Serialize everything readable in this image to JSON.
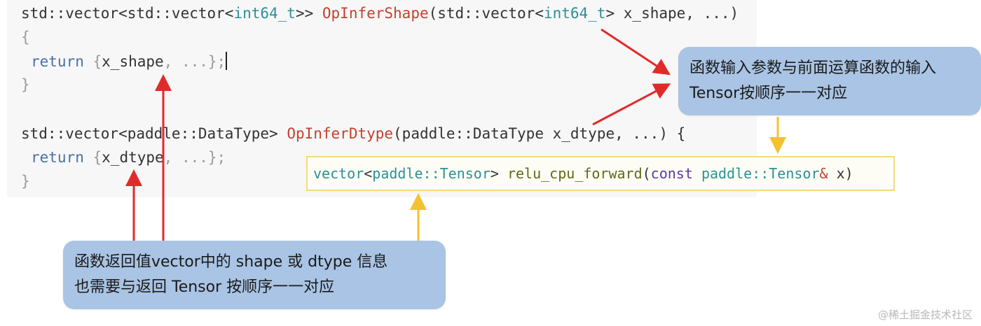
{
  "code": {
    "line1": {
      "p1": "std::vector<std::vector<",
      "p2": "int64_t",
      "p3": ">> ",
      "p4": "OpInferShape",
      "p5": "(std::vector<",
      "p6": "int64_t",
      "p7": "> x_shape, ...)"
    },
    "line2": "{",
    "line3": {
      "p1": "return",
      "p2": " {",
      "p3": "x_shape",
      "p4": ", ...};"
    },
    "line4": "}",
    "line5": {
      "p1": "std::vector<",
      "p2": "paddle::DataType",
      "p3": "> ",
      "p4": "OpInferDtype",
      "p5": "(paddle::DataType x_dtype, ...) {"
    },
    "line6": {
      "p1": "return",
      "p2": " {",
      "p3": "x_dtype",
      "p4": ", ...};"
    },
    "line7": "}"
  },
  "signature": {
    "p1": "vector",
    "p2": "<",
    "p3": "paddle::Tensor",
    "p4": "> ",
    "p5": "relu_cpu_forward",
    "p6": "(",
    "p7": "const",
    "p8": " ",
    "p9": "paddle::Tensor",
    "p10": "&",
    "p11": " x)"
  },
  "callouts": {
    "right": {
      "line1": "函数输入参数与前面运算函数的输入",
      "line2": "Tensor按顺序一一对应"
    },
    "bottom": {
      "line1": "函数返回值vector中的 shape 或 dtype 信息",
      "line2": "也需要与返回 Tensor 按顺序一一对应"
    }
  },
  "watermark": "@稀土掘金技术社区",
  "colors": {
    "red_arrow": "#e02b2b",
    "yellow_arrow": "#f2c230",
    "callout_bg": "#a9c4e4",
    "signature_border": "#f2dc7a"
  }
}
